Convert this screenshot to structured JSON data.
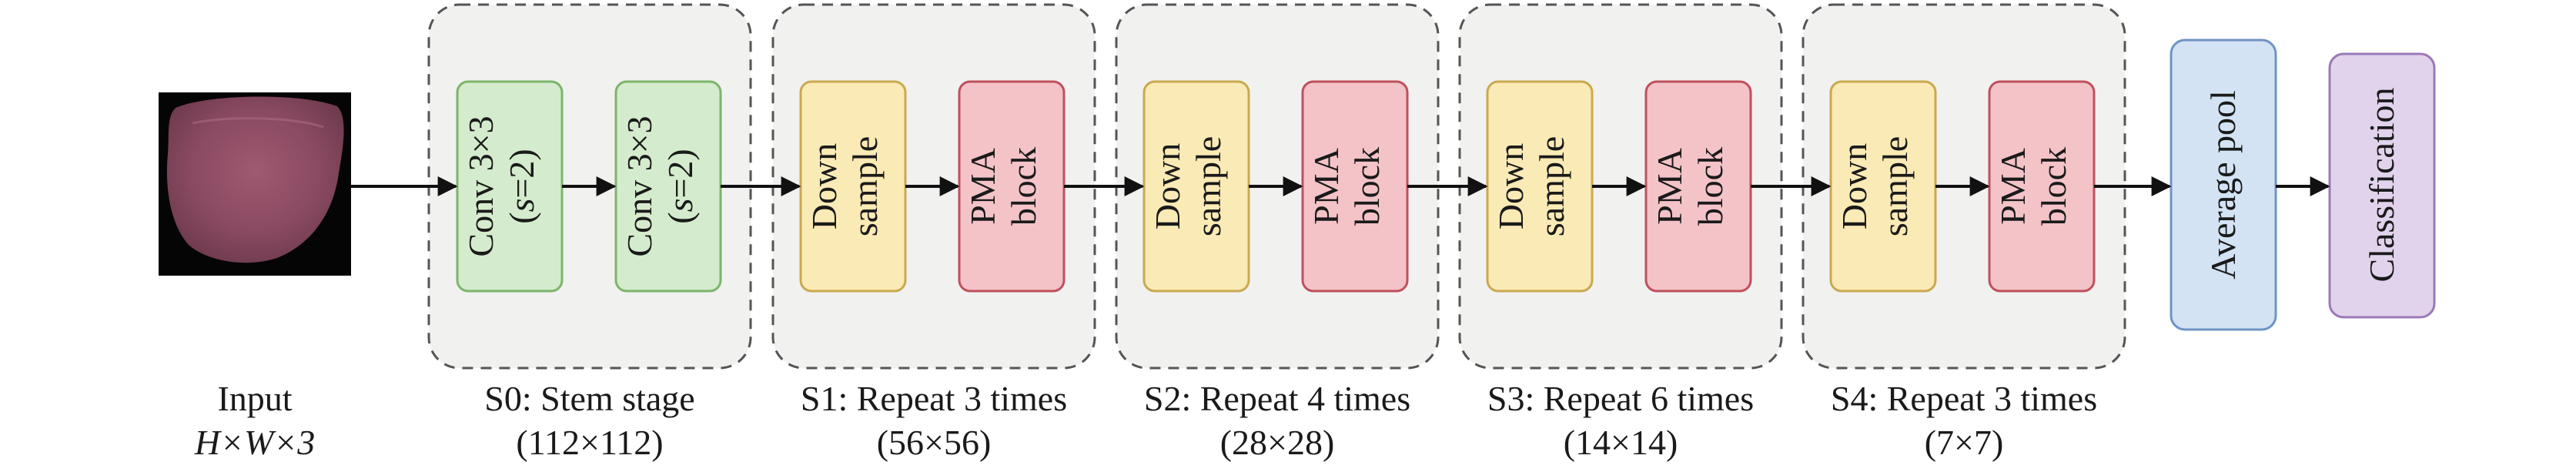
{
  "input": {
    "label_line1": "Input",
    "label_line2": "H×W×3",
    "image_desc": "tongue-image"
  },
  "stages": [
    {
      "id": "s0",
      "caption_line1": "S0: Stem stage",
      "caption_line2": "(112×112)",
      "blocks": [
        {
          "line1": "Conv 3×3",
          "line2": "(s=2)",
          "kind": "conv"
        },
        {
          "line1": "Conv 3×3",
          "line2": "(s=2)",
          "kind": "conv"
        }
      ]
    },
    {
      "id": "s1",
      "caption_line1": "S1: Repeat 3 times",
      "caption_line2": "(56×56)",
      "blocks": [
        {
          "line1": "Down",
          "line2": "sample",
          "kind": "down"
        },
        {
          "line1": "PMA",
          "line2": "block",
          "kind": "pma"
        }
      ]
    },
    {
      "id": "s2",
      "caption_line1": "S2: Repeat 4 times",
      "caption_line2": "(28×28)",
      "blocks": [
        {
          "line1": "Down",
          "line2": "sample",
          "kind": "down"
        },
        {
          "line1": "PMA",
          "line2": "block",
          "kind": "pma"
        }
      ]
    },
    {
      "id": "s3",
      "caption_line1": "S3: Repeat 6 times",
      "caption_line2": "(14×14)",
      "blocks": [
        {
          "line1": "Down",
          "line2": "sample",
          "kind": "down"
        },
        {
          "line1": "PMA",
          "line2": "block",
          "kind": "pma"
        }
      ]
    },
    {
      "id": "s4",
      "caption_line1": "S4: Repeat 3 times",
      "caption_line2": "(7×7)",
      "blocks": [
        {
          "line1": "Down",
          "line2": "sample",
          "kind": "down"
        },
        {
          "line1": "PMA",
          "line2": "block",
          "kind": "pma"
        }
      ]
    }
  ],
  "heads": [
    {
      "label": "Average pool",
      "kind": "pool"
    },
    {
      "label": "Classification",
      "kind": "cls"
    }
  ],
  "colors": {
    "conv_fill": "#d5ebcd",
    "conv_stroke": "#7cb56a",
    "down_fill": "#faeab5",
    "down_stroke": "#c9a94f",
    "pma_fill": "#f3c3c8",
    "pma_stroke": "#c0505c",
    "pool_fill": "#d3e3f4",
    "pool_stroke": "#6f93c4",
    "cls_fill": "#e1d3ec",
    "cls_stroke": "#9b79b8",
    "stage_fill": "#f1f1f0",
    "stage_stroke": "#555555",
    "arrow": "#111111"
  }
}
